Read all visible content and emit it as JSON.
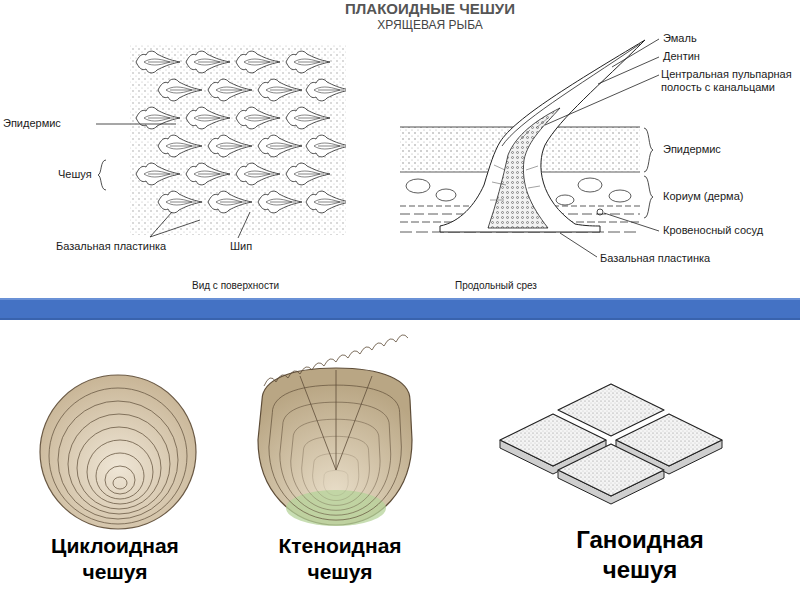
{
  "diagram": {
    "title": "ПЛАКОИДНЫЕ ЧЕШУИ",
    "labels": [
      "ХРЯЩЕВАЯ РЫБА",
      "Эмаль",
      "Эпидермис",
      "Дентин",
      "Центральная пульпарная полость с канальцами",
      "Чешуя",
      "Эпидермис",
      "Кориум (дерма)",
      "Кровеносный сосуд",
      "Базальная пластинка",
      "Шип",
      "Базальная пластинка",
      "Вид с поверхности",
      "Продольный срез",
      "Циклоидная чешуя",
      "Ктеноидная чешуя",
      "Ганоидная чешуя"
    ]
  }
}
